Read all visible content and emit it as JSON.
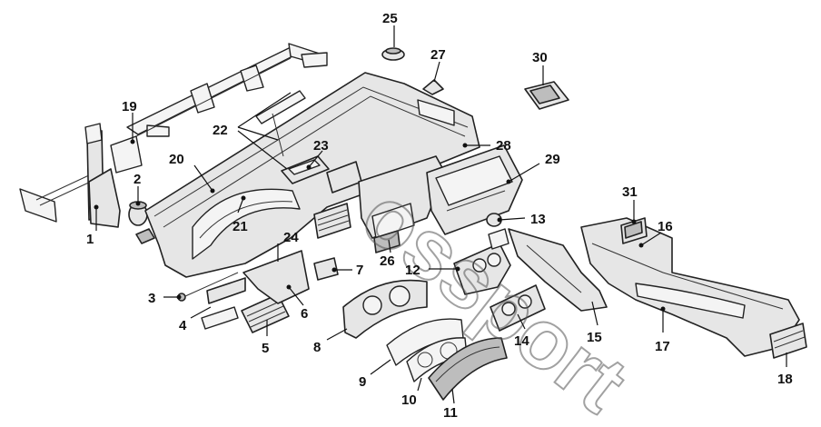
{
  "watermark": "ossport",
  "callouts": [
    "1",
    "2",
    "3",
    "4",
    "5",
    "6",
    "7",
    "8",
    "9",
    "10",
    "11",
    "12",
    "13",
    "14",
    "15",
    "16",
    "17",
    "18",
    "19",
    "20",
    "21",
    "22",
    "23",
    "24",
    "25",
    "26",
    "27",
    "28",
    "29",
    "30",
    "31"
  ]
}
